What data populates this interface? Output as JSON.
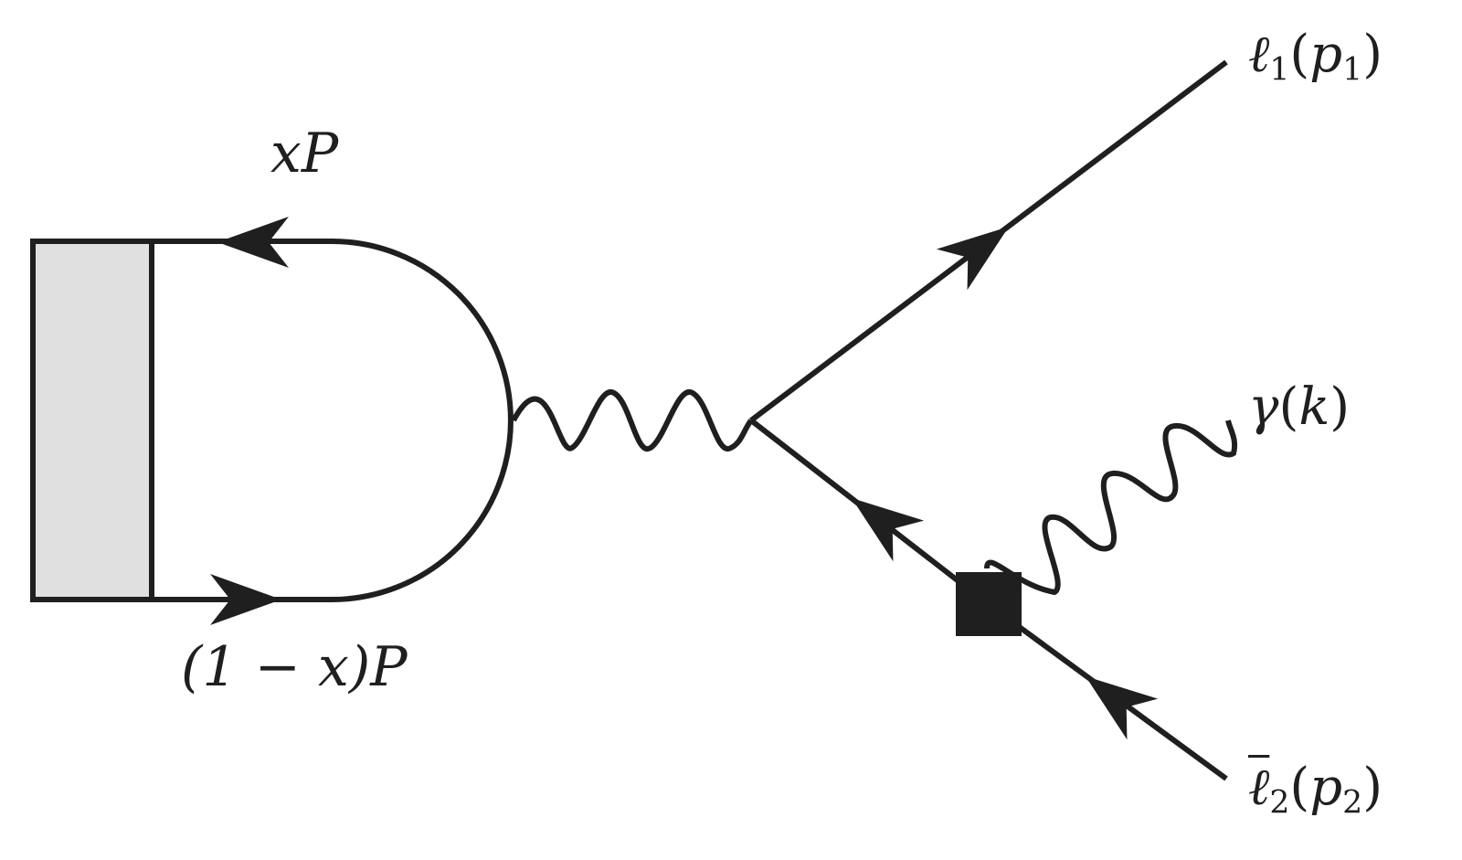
{
  "colors": {
    "stroke": "#1f1f1f",
    "blob_fill": "#e0e0e0",
    "vertex_fill": "#1f1f1f"
  },
  "labels": {
    "top_momentum": "xP",
    "bottom_momentum": "(1 − x)P",
    "lepton1_symbol": "ℓ",
    "lepton1_index": "1",
    "lepton1_momentum_symbol": "p",
    "lepton1_momentum_index": "1",
    "photon_symbol": "γ",
    "photon_momentum": "k",
    "lepton2_symbol": "ℓ",
    "lepton2_index": "2",
    "lepton2_momentum_symbol": "p",
    "lepton2_momentum_index": "2"
  }
}
